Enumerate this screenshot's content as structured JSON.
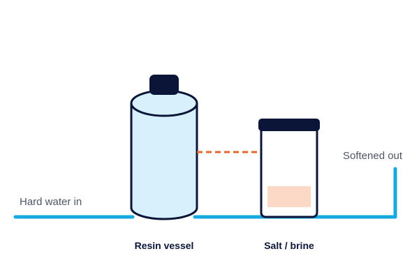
{
  "labels": {
    "hard_water_in": "Hard water in",
    "softened_out": "Softened out",
    "resin_vessel": "Resin vessel",
    "salt_brine": "Salt / brine"
  },
  "colors": {
    "pipe": "#16a9e1",
    "outline": "#0b1538",
    "resin_fill": "#d7f0fb",
    "brine_fill": "#fbd9c6",
    "jar_fill": "#ffffff",
    "brine_link": "#e2682c",
    "flow_text": "#4d5566",
    "vessel_text": "#0b1538"
  }
}
